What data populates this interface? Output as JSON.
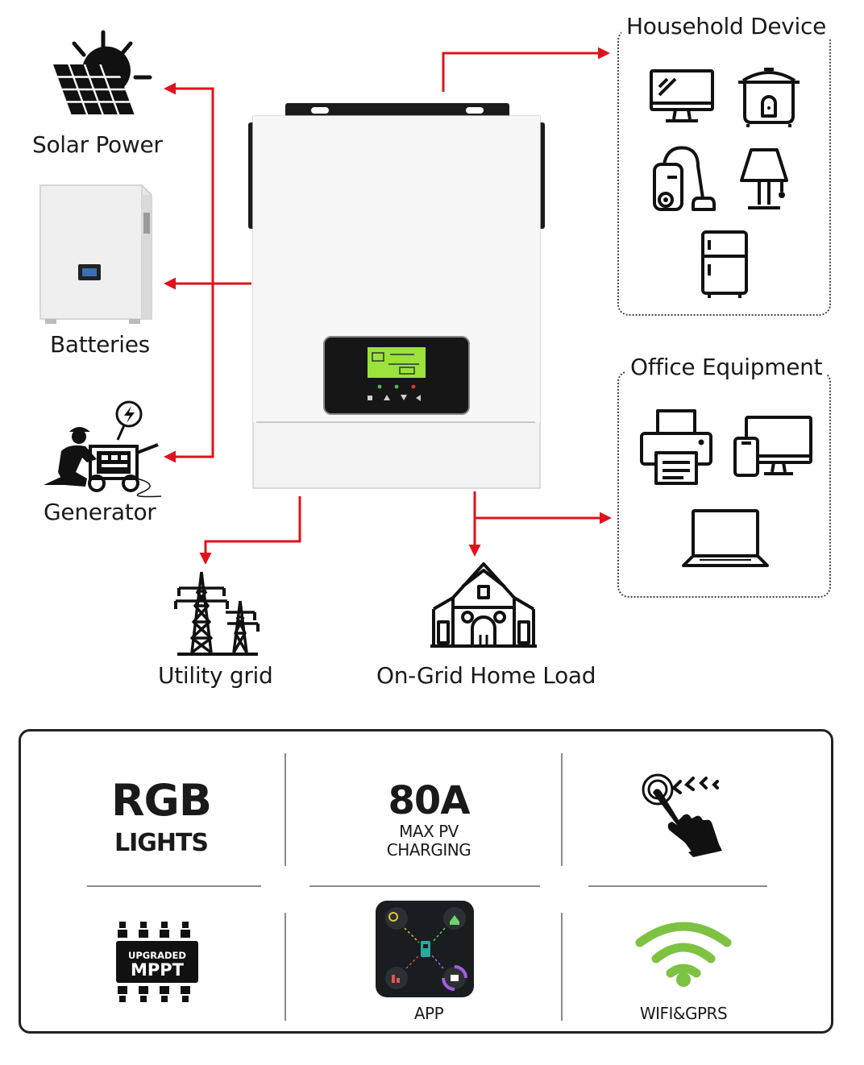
{
  "sources": {
    "solar": "Solar Power",
    "batteries": "Batteries",
    "generator": "Generator"
  },
  "outputs": {
    "utility_grid": "Utility grid",
    "home_load": "On-Grid Home Load"
  },
  "groups": {
    "household": "Household Device",
    "office": "Office Equipment"
  },
  "features": {
    "rgb_big": "RGB",
    "rgb_small": "LIGHTS",
    "pv_big": "80A",
    "pv_line1": "MAX PV",
    "pv_line2": "CHARGING",
    "mppt_top": "UPGRADED",
    "mppt_bottom": "MPPT",
    "app_label": "APP",
    "wifi_label": "WIFI&GPRS"
  },
  "colors": {
    "arrow": "#e0121b",
    "wifi": "#7dc242",
    "lcd": "#9be23a"
  }
}
